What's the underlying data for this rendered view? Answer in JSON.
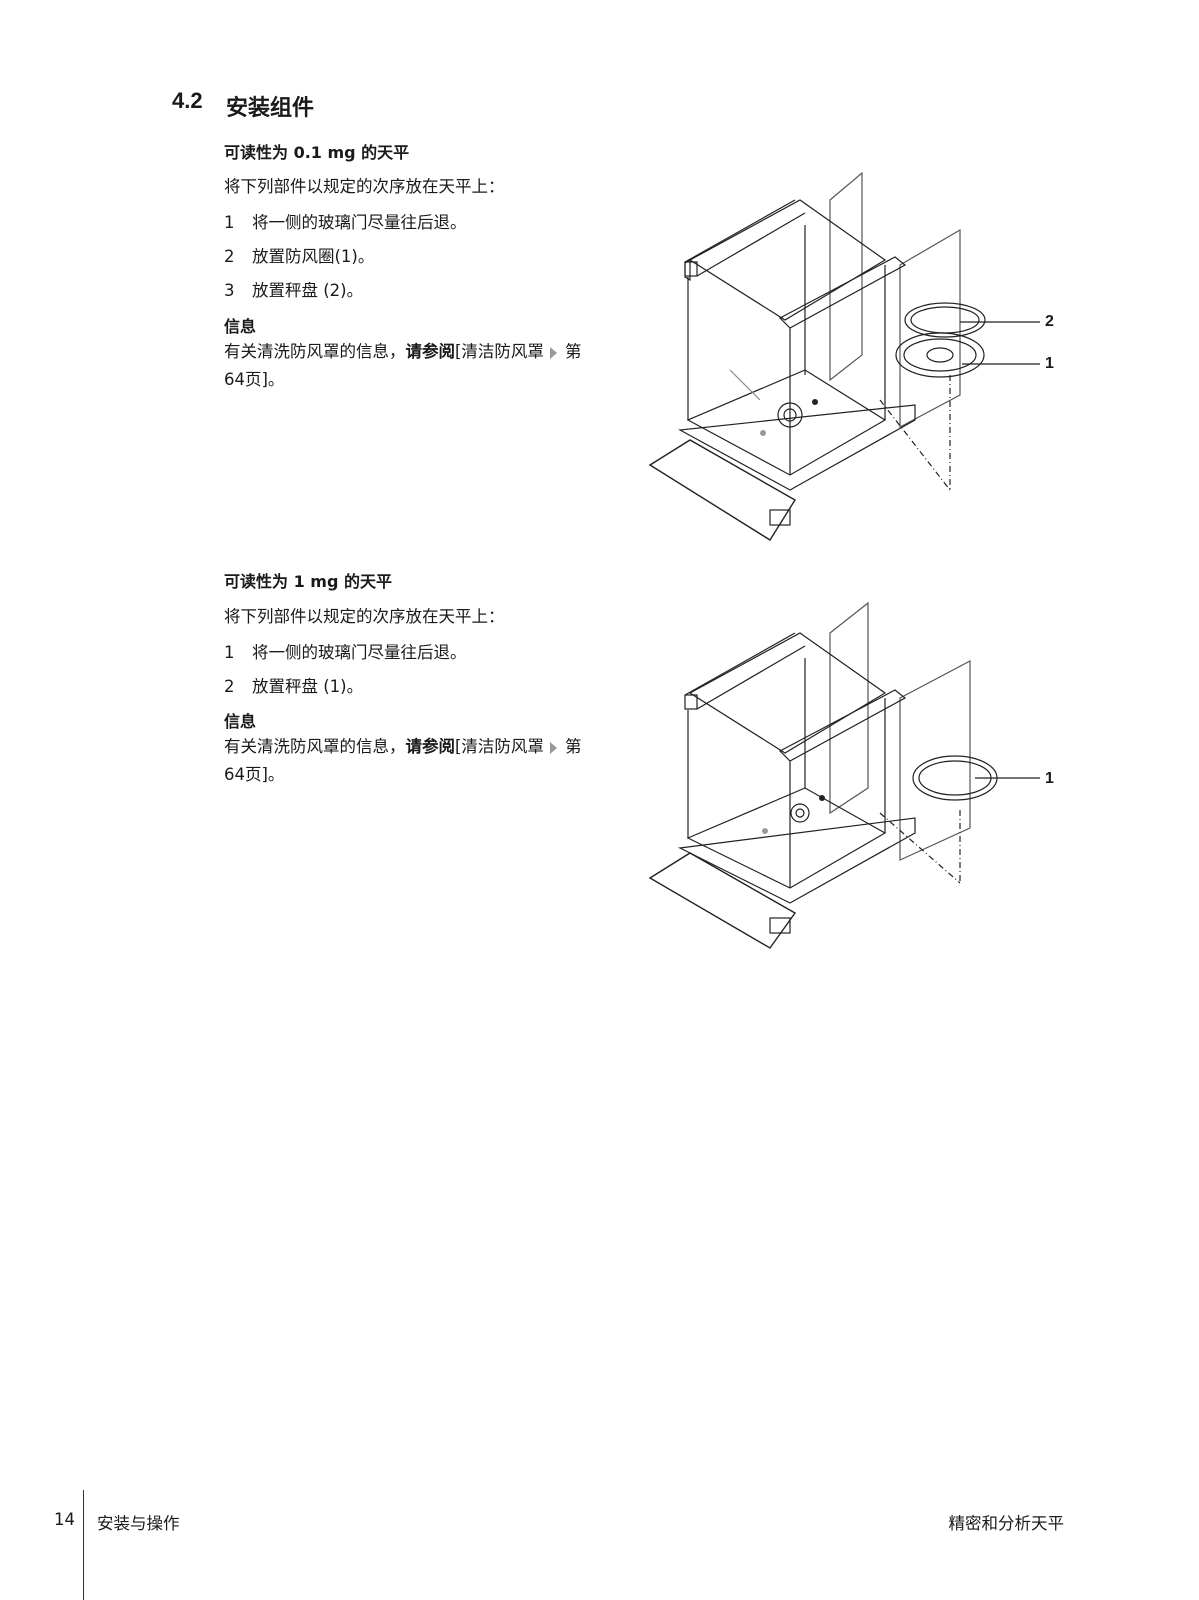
{
  "section": {
    "number": "4.2",
    "title": "安装组件"
  },
  "blocks": [
    {
      "heading": "可读性为 0.1 mg 的天平",
      "intro": "将下列部件以规定的次序放在天平上：",
      "steps": [
        {
          "n": "1",
          "text": "将一侧的玻璃门尽量往后退。"
        },
        {
          "n": "2",
          "text": "放置防风圈(1)。"
        },
        {
          "n": "3",
          "text": "放置秤盘 (2)。"
        }
      ],
      "info_heading": "信息",
      "info_pre": "有关清洗防风罩的信息，",
      "info_bold": "请参阅",
      "info_link": "[清洁防风罩",
      "info_page": "第64页]。",
      "callouts": [
        "2",
        "1"
      ]
    },
    {
      "heading": "可读性为 1 mg 的天平",
      "intro": "将下列部件以规定的次序放在天平上：",
      "steps": [
        {
          "n": "1",
          "text": "将一侧的玻璃门尽量往后退。"
        },
        {
          "n": "2",
          "text": "放置秤盘 (1)。"
        }
      ],
      "info_heading": "信息",
      "info_pre": "有关清洗防风罩的信息，",
      "info_bold": "请参阅",
      "info_link": "[清洁防风罩",
      "info_page": "第64页]。",
      "callouts": [
        "1"
      ]
    }
  ],
  "footer": {
    "page": "14",
    "chapter": "安装与操作",
    "product": "精密和分析天平"
  }
}
